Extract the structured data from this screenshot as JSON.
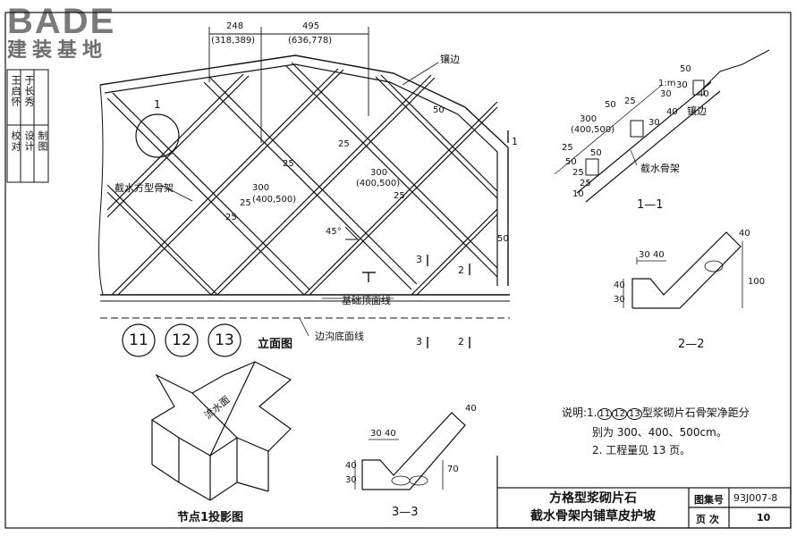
{
  "brand": {
    "name_en": "BADE",
    "name_cn": "建装基地"
  },
  "revision_column": {
    "roles": [
      "校对",
      "设计",
      "制图"
    ],
    "names": [
      "王启怀",
      "于长秀",
      ""
    ]
  },
  "elevation": {
    "dims_top": [
      {
        "main": "248",
        "sub": "(318,389)"
      },
      {
        "main": "495",
        "sub": "(636,778)"
      }
    ],
    "dims_cell": [
      "25",
      "300",
      "(400,500)",
      "25",
      "25",
      "300",
      "(400,500)",
      "25",
      "25",
      "50",
      "50"
    ],
    "angle": "45°",
    "labels": {
      "edge_trim": "镶边",
      "interceptor_frame": "截水方型骨架",
      "foundation_line": "基础顶面线",
      "ditch_line": "边沟底面线",
      "title": "立面图",
      "node": "1",
      "sec1": "1",
      "sec2_a": "2",
      "sec2_b": "2",
      "sec3_a": "3",
      "sec3_b": "3"
    },
    "types": [
      "11",
      "12",
      "13"
    ]
  },
  "section_1_1": {
    "title": "1—1",
    "dims": [
      "50",
      "300",
      "(400,500)",
      "50",
      "25",
      "25",
      "50",
      "25",
      "25",
      "10",
      "30",
      "40",
      "30",
      "50",
      "40",
      "30",
      "1:m"
    ],
    "labels": {
      "edge_trim": "镶边",
      "interceptor": "截水骨架"
    }
  },
  "section_2_2": {
    "title": "2—2",
    "dims": [
      "30",
      "40",
      "30",
      "40",
      "40",
      "100"
    ]
  },
  "section_3_3": {
    "title": "3—3",
    "dims": [
      "30",
      "40",
      "30",
      "40",
      "40",
      "70"
    ]
  },
  "node_projection": {
    "title": "节点1投影图",
    "flow_label": "流水面"
  },
  "notes": {
    "line1_prefix": "说明:1.",
    "line1_types": [
      "11",
      "12",
      "13"
    ],
    "line1_suffix": "型浆砌片石骨架净距分",
    "line2": "别为 300、400、500cm。",
    "line3": "2. 工程量见 13 页。"
  },
  "title_block": {
    "title_line1": "方格型浆砌片石",
    "title_line2": "截水骨架内铺草皮护坡",
    "atlas_label": "图集号",
    "atlas_no": "93J007-8",
    "page_label": "页 次",
    "page_no": "10"
  }
}
